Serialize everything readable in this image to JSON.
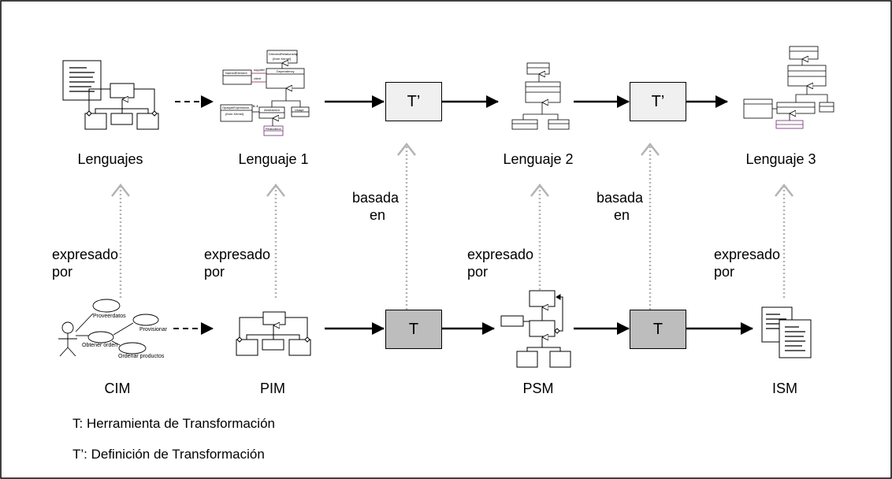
{
  "top_row": {
    "lenguajes": "Lenguajes",
    "lenguaje1": "Lenguaje 1",
    "lenguaje2": "Lenguaje 2",
    "lenguaje3": "Lenguaje 3"
  },
  "bottom_row": {
    "cim": "CIM",
    "pim": "PIM",
    "psm": "PSM",
    "ism": "ISM"
  },
  "transform_boxes": {
    "top": "T’",
    "bottom": "T"
  },
  "relations": {
    "expresado_line1": "expresado",
    "expresado_line2": "por",
    "basada_line1": "basada",
    "basada_line2": "en"
  },
  "cim_diagram": {
    "use_case_1": "Proveerdatos",
    "use_case_2": "Provisionar",
    "use_case_3": "Obtener orden",
    "use_case_4": "Ordenar productos"
  },
  "lenguaje1_diagram": {
    "class_directed": "DirectedRelationship",
    "note_abstract": "{from Kernel}",
    "class_named": "NamedElement",
    "class_dependency": "Dependency",
    "role_supplier": "supplier",
    "role_client": "client",
    "class_opaque": "OpaqueExpression",
    "class_abstraction": "Abstraction",
    "class_usage": "Usage",
    "class_realization": "Realization",
    "multiplicity": "0..1"
  },
  "legend": {
    "t_definition": "T: Herramienta de Transformación",
    "tprime_definition": "T’: Definición de Transformación"
  },
  "colors": {
    "border": "#000000",
    "light_box": "#f0f0f0",
    "dark_box": "#bdbdbd",
    "dotted_arrow": "#b3b3b3",
    "purple_class": "#6a2c70"
  }
}
